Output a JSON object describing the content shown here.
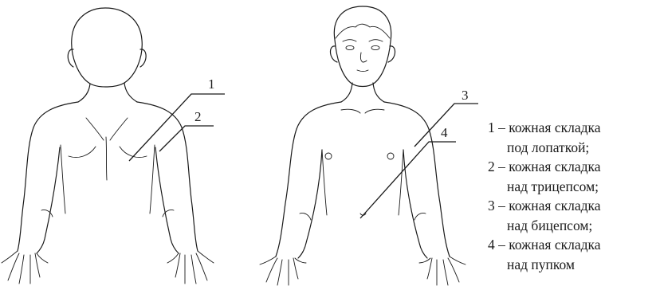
{
  "markers": [
    {
      "id": "1",
      "label": "1"
    },
    {
      "id": "2",
      "label": "2"
    },
    {
      "id": "3",
      "label": "3"
    },
    {
      "id": "4",
      "label": "4"
    }
  ],
  "legend": [
    {
      "line1": "1 – кожная складка",
      "line2": "под лопаткой;"
    },
    {
      "line1": "2 – кожная складка",
      "line2": "над трицепсом;"
    },
    {
      "line1": "3 – кожная складка",
      "line2": "над бицепсом;"
    },
    {
      "line1": "4 – кожная складка",
      "line2": "над пупком"
    }
  ]
}
